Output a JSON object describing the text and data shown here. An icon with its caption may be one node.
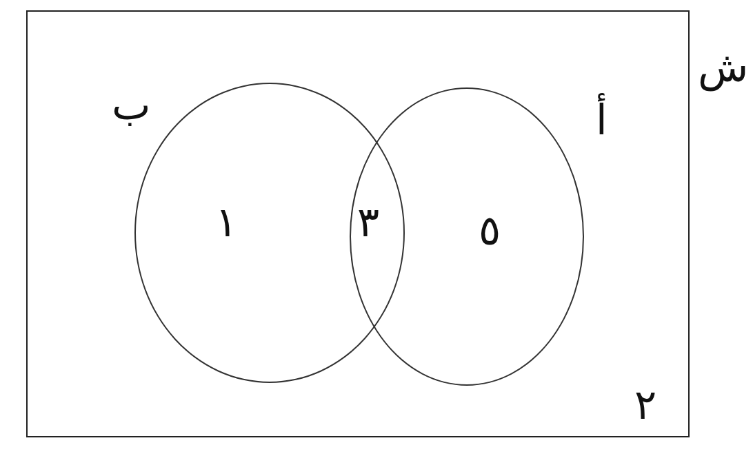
{
  "diagram": {
    "nodes": [
      {
        "text": [
          "ش"
        ]
      },
      {
        "text": [
          "ب",
          "١"
        ],
        "in": 0
      },
      {
        "text": [
          "أ",
          "٥"
        ],
        "in": 0
      }
    ],
    "labels": [
      "٣",
      "٢"
    ]
  }
}
